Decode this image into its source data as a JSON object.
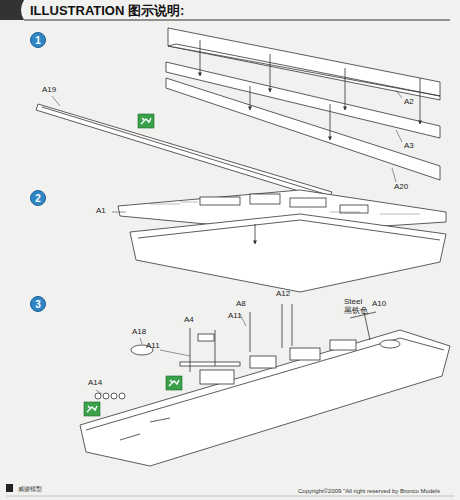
{
  "diagram": {
    "title": "ILLUSTRATION 图示说明:",
    "nodes": [
      {
        "text": [
          "1"
        ]
      },
      {
        "text": [
          "2"
        ]
      },
      {
        "text": [
          "3"
        ]
      }
    ],
    "labels": [
      "A19",
      "A2",
      "A3",
      "A20",
      "A1",
      "A18",
      "A4",
      "A8",
      "A11",
      "A12",
      "Steel",
      "黑铁色",
      "A10",
      "A11",
      "A14",
      "威骏模型",
      "Copyright©2009 \"All right reserved by Bronco Models"
    ]
  }
}
